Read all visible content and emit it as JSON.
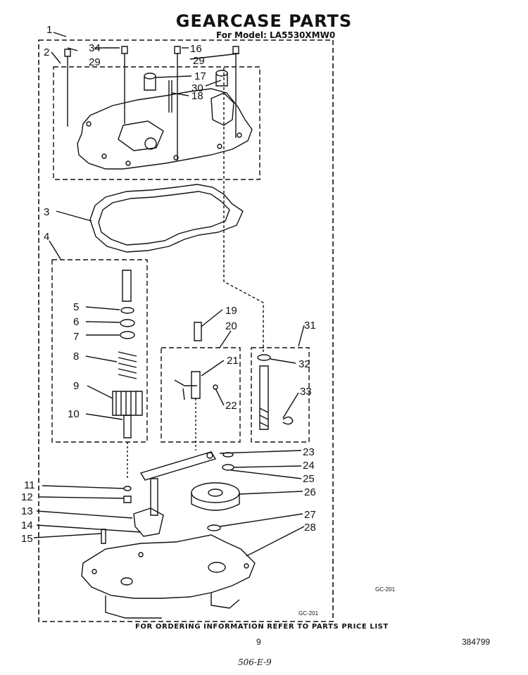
{
  "title": "GEARCASE PARTS",
  "subtitle": "For Model: LA5530XMW0",
  "footer": "FOR ORDERING INFORMATION REFER TO PARTS PRICE LIST",
  "page_number": "9",
  "document_number": "384799",
  "handwritten_note": "506-E-9",
  "figure_codes": [
    "GC-201",
    "GC-201"
  ],
  "callouts": [
    "1",
    "2",
    "3",
    "4",
    "5",
    "6",
    "7",
    "8",
    "9",
    "10",
    "11",
    "12",
    "13",
    "14",
    "15",
    "16",
    "17",
    "18",
    "19",
    "20",
    "21",
    "22",
    "23",
    "24",
    "25",
    "26",
    "27",
    "28",
    "29",
    "29",
    "30",
    "31",
    "32",
    "33",
    "34"
  ]
}
